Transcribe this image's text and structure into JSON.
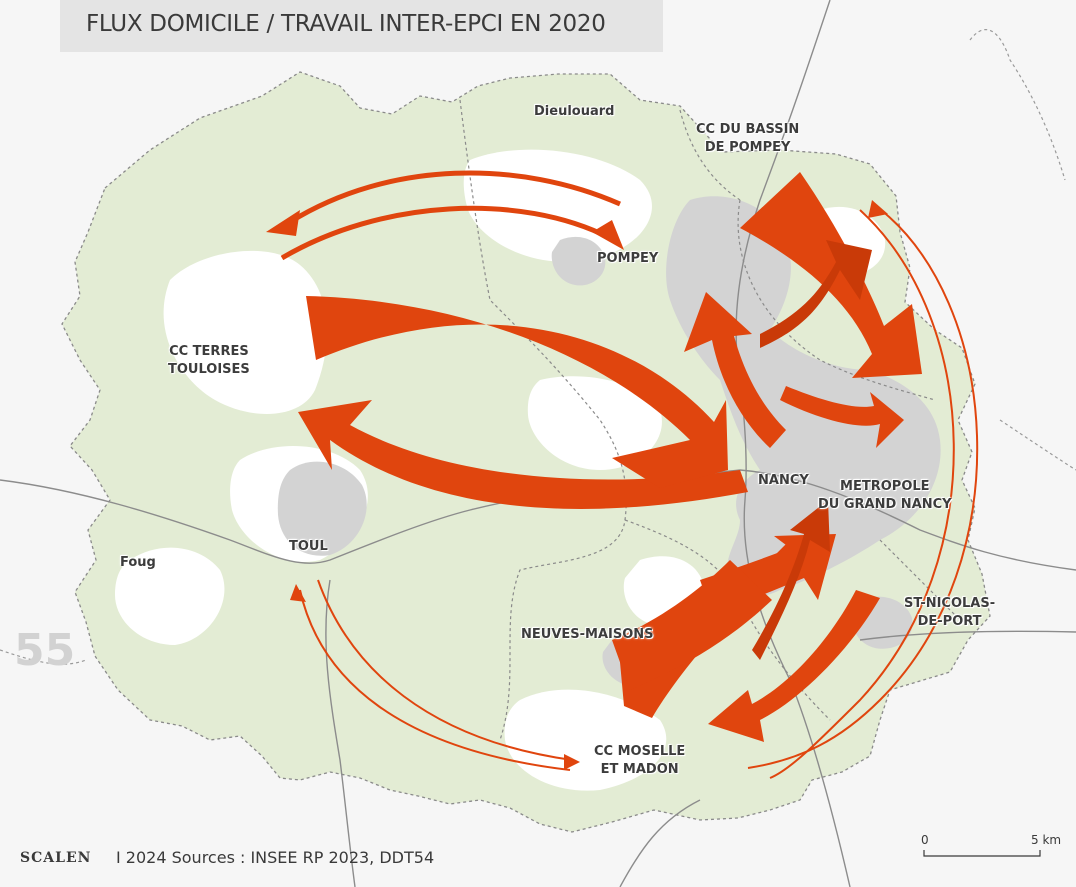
{
  "title": "FLUX DOMICILE / TRAVAIL INTER-EPCI EN 2020",
  "colors": {
    "flow": "#e0450e",
    "flow_dark": "#c93a08",
    "territory": "#e3ecd4",
    "urban": "#d2d2d2",
    "outside": "#f6f6f6",
    "boundary": "#7a7a7a",
    "road": "#8c8c8c"
  },
  "labels": {
    "dieulouard": "Dieulouard",
    "pompey_epci_l1": "CC DU BASSIN",
    "pompey_epci_l2": "DE POMPEY",
    "pompey": "POMPEY",
    "terres_l1": "CC TERRES",
    "terres_l2": "TOULOISES",
    "nancy": "NANCY",
    "metropole_l1": "METROPOLE",
    "metropole_l2": "DU GRAND NANCY",
    "toul": "TOUL",
    "foug": "Foug",
    "neuves_maisons": "NEUVES-MAISONS",
    "stnicolas_l1": "ST-NICOLAS-",
    "stnicolas_l2": "DE-PORT",
    "moselle_l1": "CC MOSELLE",
    "moselle_l2": "ET MADON"
  },
  "dept_number": "55",
  "footer": {
    "brand": "SCALEN",
    "sources": "I 2024 Sources : INSEE RP 2023, DDT54"
  },
  "scale": {
    "start": "0",
    "end": "5 km"
  }
}
